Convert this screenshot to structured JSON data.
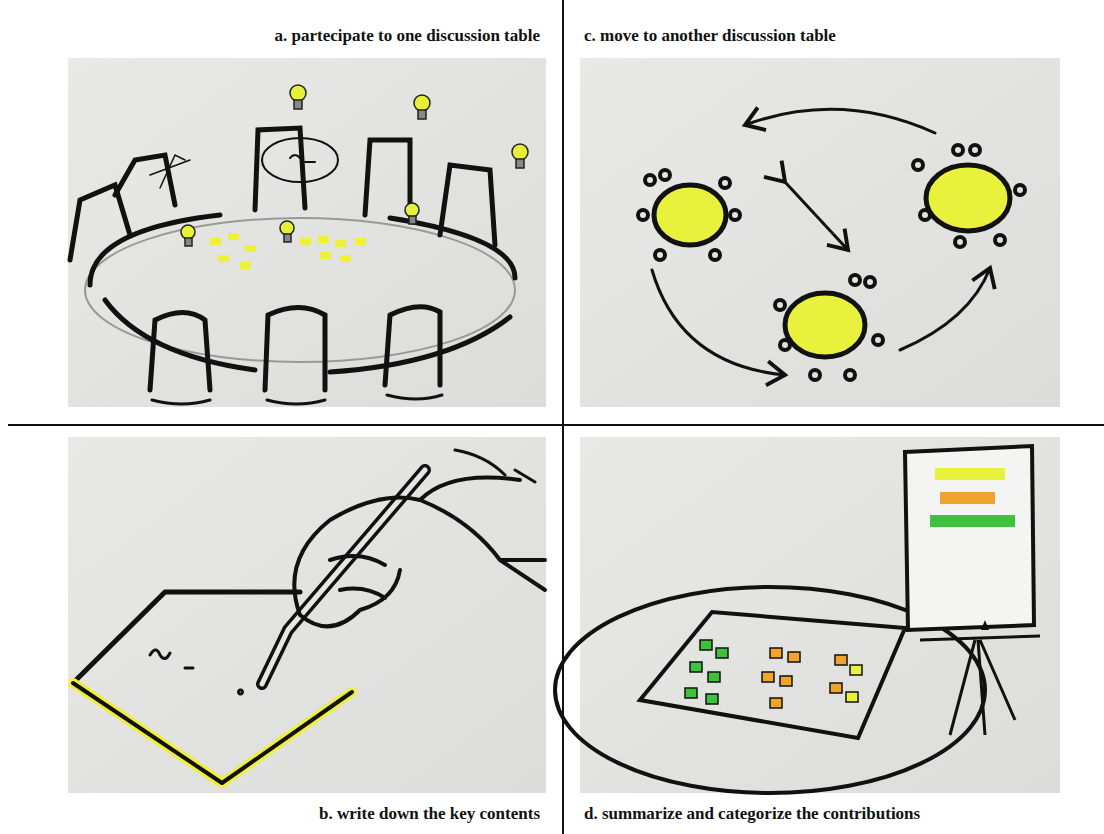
{
  "diagram": {
    "labels": [
      "a. partecipate to one discussion table",
      "c. move to another discussion table",
      "b. write down the key contents",
      "d. summarize and categorize the contributions"
    ]
  }
}
